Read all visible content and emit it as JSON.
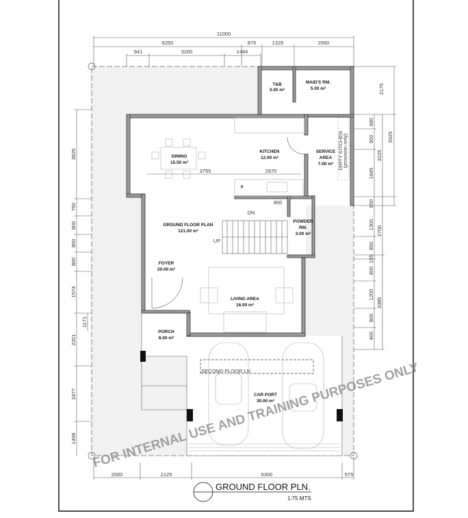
{
  "watermark": "FOR INTERNAL USE AND TRAINING PURPOSES ONLY",
  "title": "GROUND FLOOR PLN.",
  "scale": "1:75 MTS",
  "rooms": {
    "tb": {
      "name": "T&B",
      "area": "3.00 m²"
    },
    "maids": {
      "name": "MAID'S RM.",
      "area": "5.00 m²"
    },
    "dining": {
      "name": "DINING",
      "area": "15.50 m²"
    },
    "kitchen": {
      "name": "KITCHEN",
      "area": "12.00 m²"
    },
    "service": {
      "name1": "SERVICE",
      "name2": "AREA",
      "area": "7.00 m²"
    },
    "dirty": {
      "name": "DIRTY KITCHEN",
      "note": "(provision only)"
    },
    "gfp": {
      "name": "GROUND FLOOR PLAN",
      "area": "121.00 m²"
    },
    "powder": {
      "name1": "POWDER",
      "name2": "RM.",
      "area": "3.00 m²"
    },
    "foyer": {
      "name": "FOYER",
      "area": "20.00 m²"
    },
    "living": {
      "name": "LIVING AREA",
      "area": "16.00 m²"
    },
    "porch": {
      "name": "PORCH",
      "area": "8.00 m²"
    },
    "carport": {
      "name": "CAR PORT",
      "area": "30.00 m²"
    }
  },
  "annotations": {
    "fridge": "F",
    "dn": "DN",
    "up": "UP",
    "second_floor": "SECOND FLOOR LN",
    "stair_width": "900"
  },
  "dims": {
    "top": [
      "11000",
      "6250",
      "875",
      "1325",
      "2550",
      "941",
      "3200",
      "1484"
    ],
    "inner": [
      "3755",
      "2870"
    ],
    "bottom": [
      "2000",
      "2125",
      "6300",
      "575"
    ],
    "left": [
      "3625",
      "750",
      "800",
      "800",
      "800",
      "1574",
      "1171",
      "2201",
      "2477",
      "1498"
    ],
    "right": [
      "680",
      "900",
      "1645",
      "850",
      "1300",
      "850",
      "195",
      "800",
      "1200",
      "800",
      "400",
      "3225",
      "2700",
      "3385",
      "2175",
      "5925"
    ]
  }
}
